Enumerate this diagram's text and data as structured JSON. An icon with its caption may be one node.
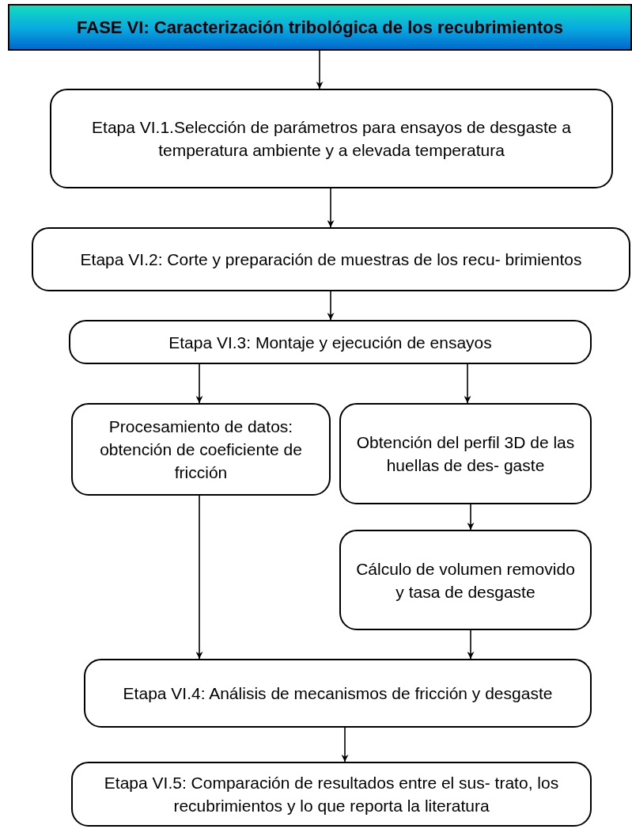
{
  "diagram": {
    "nodes": [
      {
        "text": [
          "FASE VI: Caracterización tribológica de los recubrimientos"
        ]
      },
      {
        "text": [
          "Etapa VI.1.Selección de parámetros para ensayos de desgaste a temperatura ambiente y a elevada temperatura"
        ]
      },
      {
        "text": [
          "Etapa VI.2: Corte y preparación de muestras de los recu- brimientos"
        ]
      },
      {
        "text": [
          "Etapa VI.3: Montaje y ejecución de ensayos"
        ]
      },
      {
        "text": [
          "Procesamiento de datos: obtención de coeficiente de fricción"
        ]
      },
      {
        "text": [
          "Obtención del perfil 3D de las huellas de des- gaste"
        ]
      },
      {
        "text": [
          "Cálculo de volumen removido y tasa de desgaste"
        ]
      },
      {
        "text": [
          "Etapa VI.4: Análisis de mecanismos de fricción y desgaste"
        ]
      },
      {
        "text": [
          "Etapa VI.5: Comparación de resultados entre el sus- trato, los recubrimientos y lo que reporta la literatura"
        ]
      }
    ],
    "edges": [
      {
        "from": 0,
        "to": 1,
        "arrow": "to"
      },
      {
        "from": 1,
        "to": 2,
        "arrow": "to"
      },
      {
        "from": 2,
        "to": 3,
        "arrow": "to"
      },
      {
        "from": 3,
        "to": 4,
        "arrow": "to"
      },
      {
        "from": 3,
        "to": 5,
        "arrow": "to"
      },
      {
        "from": 5,
        "to": 6,
        "arrow": "to"
      },
      {
        "from": 4,
        "to": 7,
        "arrow": "to"
      },
      {
        "from": 6,
        "to": 7,
        "arrow": "to"
      },
      {
        "from": 7,
        "to": 8,
        "arrow": "to"
      }
    ]
  }
}
